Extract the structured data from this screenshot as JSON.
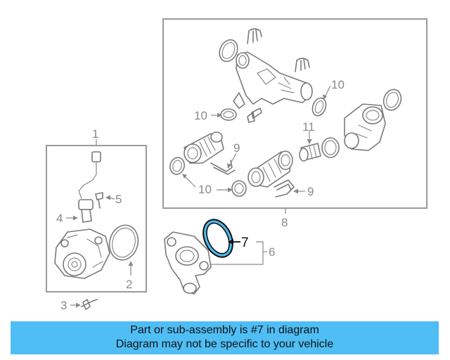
{
  "diagram": {
    "callouts": {
      "c1": "1",
      "c2": "2",
      "c3": "3",
      "c4": "4",
      "c5": "5",
      "c6": "6",
      "c7": "7",
      "c8": "8",
      "c9a": "9",
      "c9b": "9",
      "c10a": "10",
      "c10b": "10",
      "c10c": "10",
      "c11": "11"
    },
    "highlight_color": "#4fb9ee"
  },
  "banner": {
    "line1": "Part or sub-assembly is #7 in diagram",
    "line2": "Diagram may not be specific to your vehicle",
    "background": "#4fbef5"
  }
}
